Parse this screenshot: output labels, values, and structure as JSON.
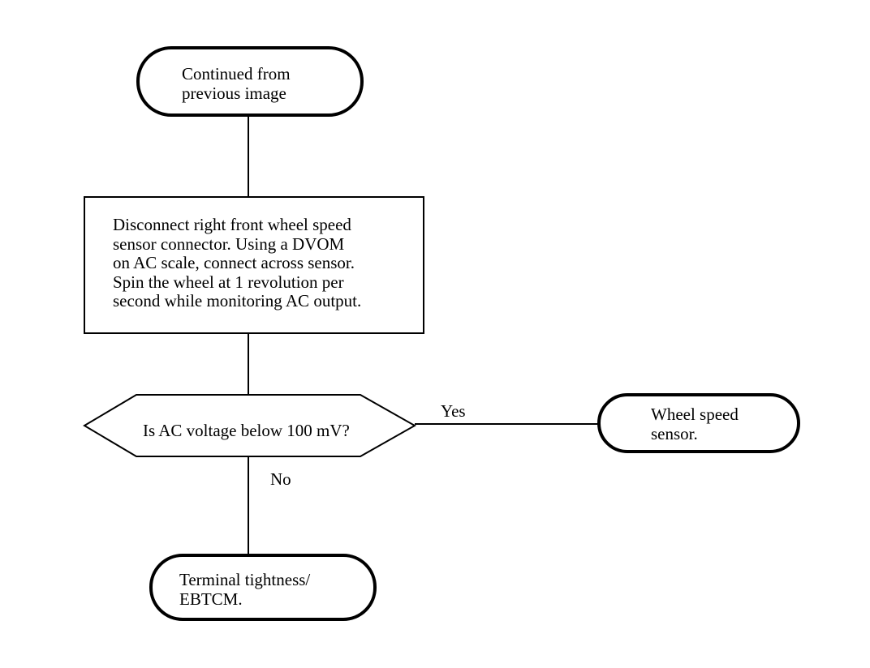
{
  "nodes": {
    "start": {
      "text": "Continued from\nprevious image"
    },
    "process": {
      "text": "Disconnect right front wheel speed\nsensor connector. Using a DVOM\non AC scale, connect across sensor.\nSpin the wheel at 1 revolution per\nsecond while monitoring AC output."
    },
    "decision": {
      "text": "Is AC voltage below 100 mV?"
    },
    "yes_end": {
      "text": "Wheel speed\nsensor."
    },
    "no_end": {
      "text": "Terminal tightness/\nEBTCM."
    }
  },
  "edges": {
    "yes_label": "Yes",
    "no_label": "No"
  },
  "colors": {
    "stroke": "#000000",
    "background": "#ffffff"
  }
}
